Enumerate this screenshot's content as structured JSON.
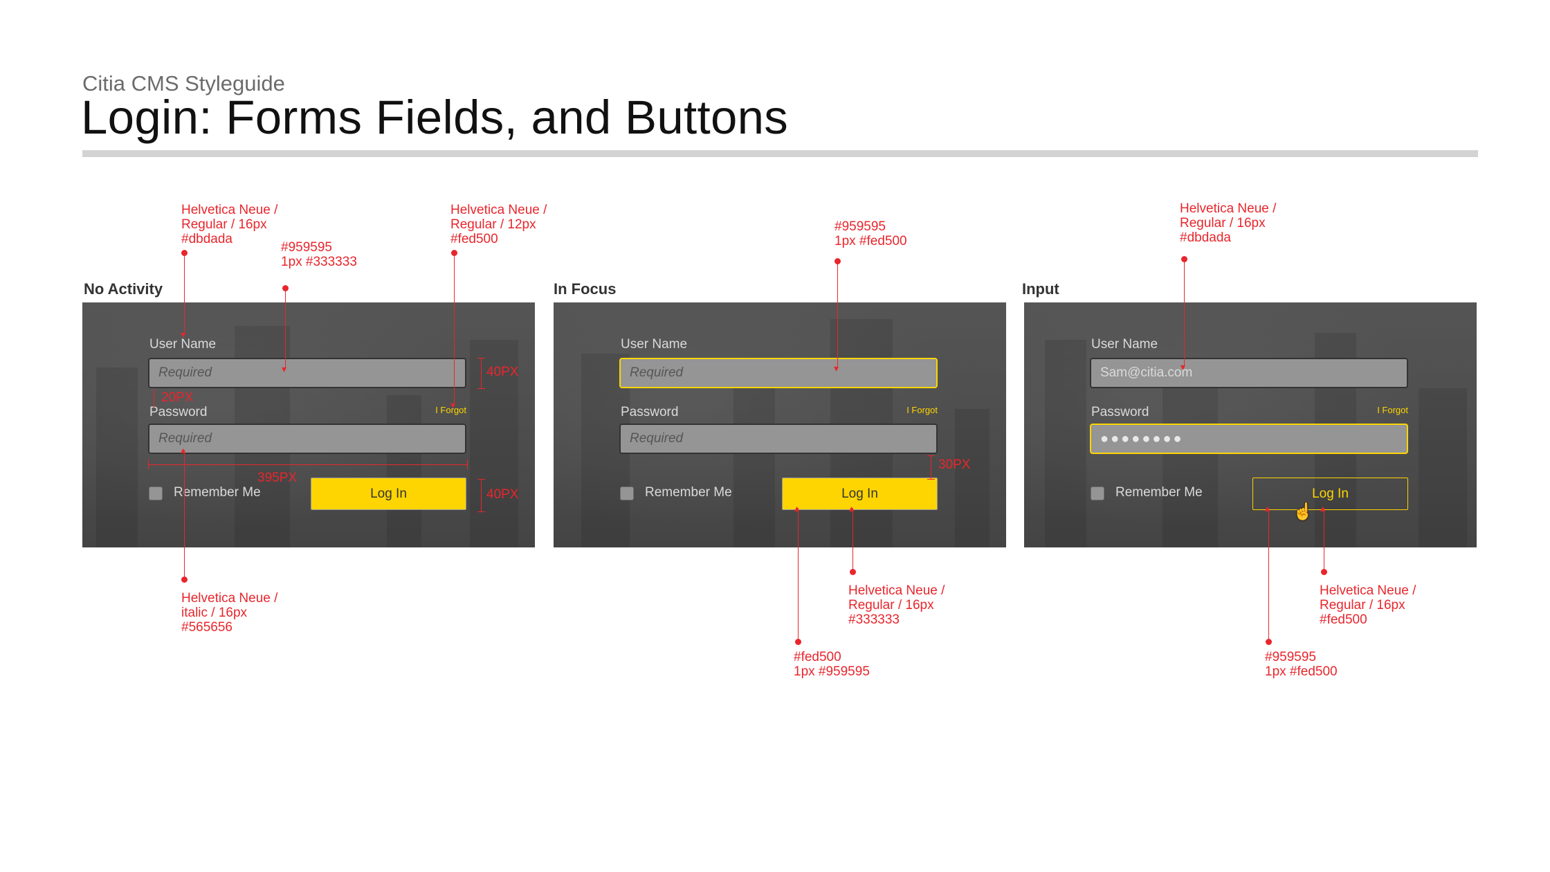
{
  "header": {
    "subtitle": "Citia CMS Styleguide",
    "title": "Login: Forms Fields, and Buttons"
  },
  "colors": {
    "panel_bg": "#4d4d4d",
    "field_bg": "#959595",
    "field_border": "#333333",
    "accent_yellow": "#fed500",
    "label_text": "#dbdada",
    "placeholder_text": "#565656",
    "annotation_red": "#e8262c"
  },
  "panels": [
    {
      "label": "No Activity",
      "username_label": "User Name",
      "username_value": "Required",
      "password_label": "Password",
      "password_value": "Required",
      "forgot_label": "I Forgot",
      "remember_label": "Remember Me",
      "login_label": "Log In"
    },
    {
      "label": "In Focus",
      "username_label": "User Name",
      "username_value": "Required",
      "password_label": "Password",
      "password_value": "Required",
      "forgot_label": "I Forgot",
      "remember_label": "Remember Me",
      "login_label": "Log In"
    },
    {
      "label": "Input",
      "username_label": "User Name",
      "username_value": "Sam@citia.com",
      "password_label": "Password",
      "password_value": "●●●●●●●●",
      "forgot_label": "I Forgot",
      "remember_label": "Remember Me",
      "login_label": "Log In"
    }
  ],
  "annotations": {
    "label_font": [
      "Helvetica Neue /",
      "Regular / 16px",
      "#dbdada"
    ],
    "field_style": [
      "#959595",
      "1px #333333"
    ],
    "forgot_font": [
      "Helvetica Neue /",
      "Regular / 12px",
      "#fed500"
    ],
    "placeholder_font": [
      "Helvetica Neue /",
      "italic / 16px",
      "#565656"
    ],
    "focus_field_style": [
      "#959595",
      "1px #fed500"
    ],
    "button_font": [
      "Helvetica Neue /",
      "Regular / 16px",
      "#333333"
    ],
    "button_style": [
      "#fed500",
      "1px #959595"
    ],
    "input_label_font": [
      "Helvetica Neue /",
      "Regular / 16px",
      "#dbdada"
    ],
    "hover_button_font": [
      "Helvetica Neue /",
      "Regular / 16px",
      "#fed500"
    ],
    "hover_button_style": [
      "#959595",
      "1px #fed500"
    ]
  },
  "dimensions": {
    "field_height": "40PX",
    "field_gap": "20PX",
    "field_width": "395PX",
    "button_gap": "30PX",
    "button_height": "40PX"
  }
}
